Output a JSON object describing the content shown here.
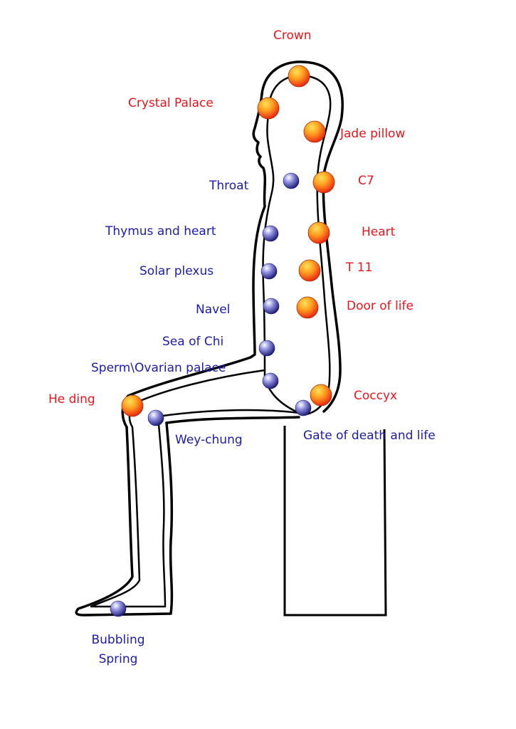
{
  "colors": {
    "red_label": "#e8151c",
    "blue_label": "#1c1ca8",
    "outline": "#000000",
    "background": "#ffffff"
  },
  "labels": {
    "crown": "Crown",
    "crystal_palace": "Crystal Palace",
    "jade_pillow": "Jade pillow",
    "throat": "Throat",
    "c7": "C7",
    "thymus_heart": "Thymus and heart",
    "heart": "Heart",
    "solar_plexus": "Solar plexus",
    "t11": "T 11",
    "navel": "Navel",
    "door_of_life": "Door of life",
    "sea_of_chi": "Sea of Chi",
    "sperm_ovarian": "Sperm\\Ovarian palace",
    "he_ding": "He ding",
    "coccyx": "Coccyx",
    "wey_chung": "Wey-chung",
    "gate": "Gate of death and life",
    "bubbling_1": "Bubbling",
    "bubbling_2": "Spring"
  }
}
